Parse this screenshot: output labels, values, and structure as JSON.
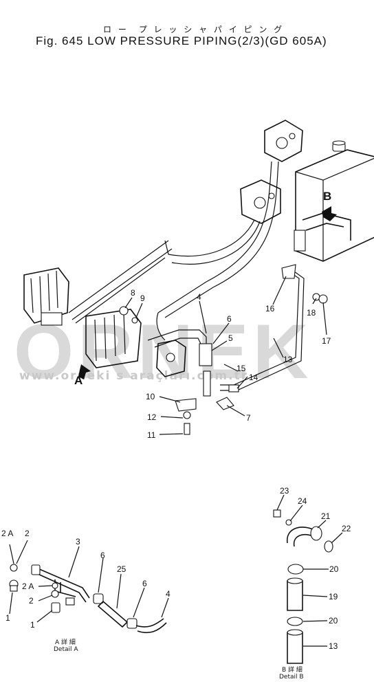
{
  "title_jp": "ロ ー　プ レ ッ シ ャ パ イ ピ ン グ",
  "title": "Fig. 645 LOW PRESSURE PIPING(2/3)(GD 605A)",
  "watermark": {
    "brand": "ORNEK",
    "url": "www.orneki s  araçları.com.tr"
  },
  "callouts_main": [
    {
      "id": "c8",
      "text": "8"
    },
    {
      "id": "c9",
      "text": "9"
    },
    {
      "id": "c4",
      "text": "4"
    },
    {
      "id": "c6",
      "text": "6"
    },
    {
      "id": "c5",
      "text": "5"
    },
    {
      "id": "c16",
      "text": "16"
    },
    {
      "id": "c18",
      "text": "18"
    },
    {
      "id": "c17",
      "text": "17"
    },
    {
      "id": "c13",
      "text": "13"
    },
    {
      "id": "c15",
      "text": "15"
    },
    {
      "id": "c14",
      "text": "14"
    },
    {
      "id": "c10",
      "text": "10"
    },
    {
      "id": "c7",
      "text": "7"
    },
    {
      "id": "c12",
      "text": "12"
    },
    {
      "id": "c11",
      "text": "11"
    }
  ],
  "view_markers": {
    "a": "A",
    "b": "B"
  },
  "callouts_detail_a": [
    {
      "id": "a2A1",
      "text": "2 A"
    },
    {
      "id": "a2a",
      "text": "2"
    },
    {
      "id": "a3",
      "text": "3"
    },
    {
      "id": "a6",
      "text": "6"
    },
    {
      "id": "a25",
      "text": "25"
    },
    {
      "id": "a6b",
      "text": "6"
    },
    {
      "id": "a4",
      "text": "4"
    },
    {
      "id": "a2A2",
      "text": "2 A"
    },
    {
      "id": "a2b",
      "text": "2"
    },
    {
      "id": "a1",
      "text": "1"
    },
    {
      "id": "a1b",
      "text": "1"
    }
  ],
  "callouts_detail_b": [
    {
      "id": "b23",
      "text": "23"
    },
    {
      "id": "b24",
      "text": "24"
    },
    {
      "id": "b21",
      "text": "21"
    },
    {
      "id": "b22",
      "text": "22"
    },
    {
      "id": "b20",
      "text": "20"
    },
    {
      "id": "b19",
      "text": "19"
    },
    {
      "id": "b20b",
      "text": "20"
    },
    {
      "id": "b13",
      "text": "13"
    }
  ],
  "detail_a_caption": {
    "jp": "A 詳 細",
    "en": "Detail A"
  },
  "detail_b_caption": {
    "jp": "B 詳 細",
    "en": "Detail B"
  }
}
